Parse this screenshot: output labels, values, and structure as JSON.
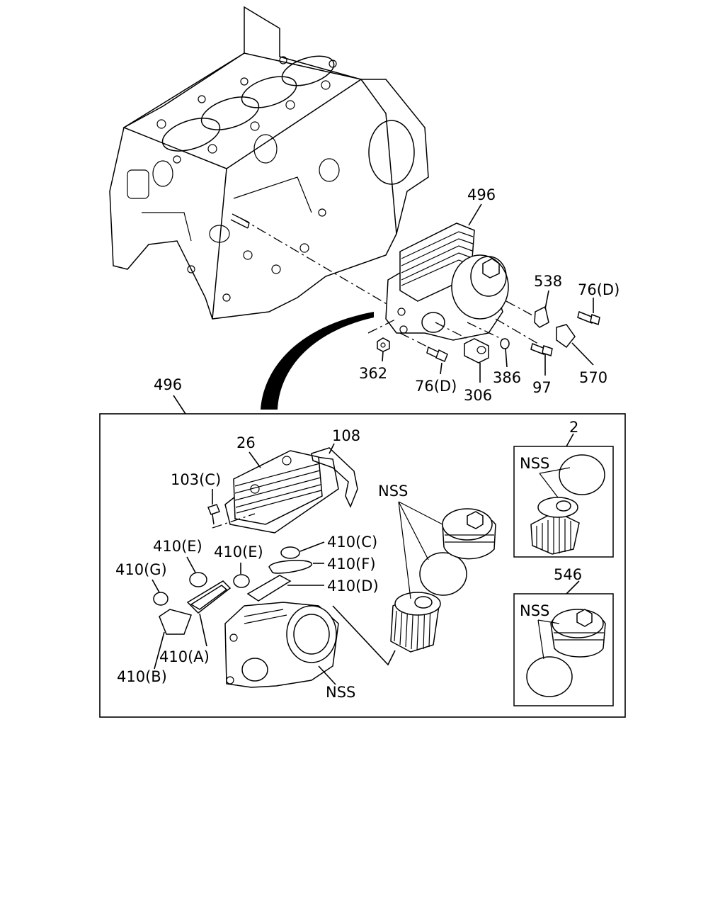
{
  "labels": {
    "top_496": "496",
    "l538": "538",
    "l76d_right": "76(D)",
    "l362": "362",
    "l76d_bottom": "76(D)",
    "l306": "306",
    "l386": "386",
    "l97": "97",
    "l570": "570",
    "box_496": "496",
    "l26": "26",
    "l108": "108",
    "l103c": "103(C)",
    "nss_main": "NSS",
    "l410e_a": "410(E)",
    "l410e_b": "410(E)",
    "l410c": "410(C)",
    "l410f": "410(F)",
    "l410g": "410(G)",
    "l410d": "410(D)",
    "l410a": "410(A)",
    "l410b": "410(B)",
    "nss_housing": "NSS",
    "l2": "2",
    "nss_kit2": "NSS",
    "l546": "546",
    "nss_kit546": "NSS"
  }
}
